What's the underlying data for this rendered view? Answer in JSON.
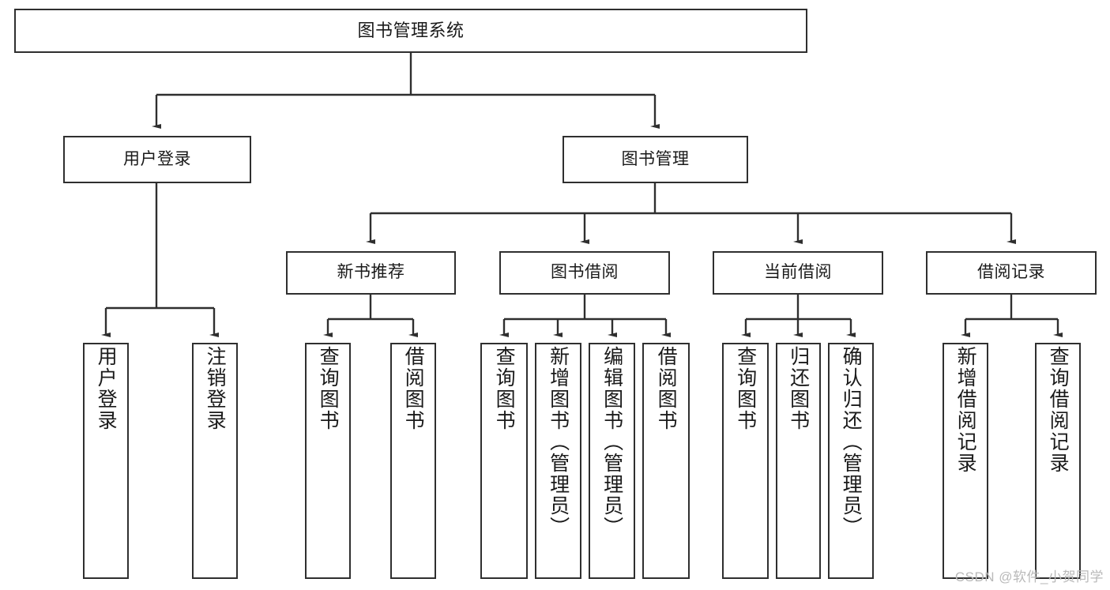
{
  "diagram": {
    "title": "图书管理系统",
    "type": "hierarchy-tree",
    "watermark": "CSDN @软件_小贺同学",
    "colors": {
      "stroke": "#2f2f2f",
      "fill": "#ffffff",
      "text": "#1a1a1a",
      "watermark": "#b9b9b9"
    },
    "nodes": {
      "root": {
        "label": "图书管理系统"
      },
      "level2": [
        {
          "label": "用户登录"
        },
        {
          "label": "图书管理"
        }
      ],
      "level3": [
        {
          "label": "新书推荐"
        },
        {
          "label": "图书借阅"
        },
        {
          "label": "当前借阅"
        },
        {
          "label": "借阅记录"
        }
      ],
      "leaves": {
        "user_login": [
          {
            "label": "用户登录"
          },
          {
            "label": "注销登录"
          }
        ],
        "new_book_recommend": [
          {
            "label": "查询图书"
          },
          {
            "label": "借阅图书"
          }
        ],
        "book_borrow": [
          {
            "label": "查询图书"
          },
          {
            "label": "新增图书（管理员）"
          },
          {
            "label": "编辑图书（管理员）"
          },
          {
            "label": "借阅图书"
          }
        ],
        "current_borrow": [
          {
            "label": "查询图书"
          },
          {
            "label": "归还图书"
          },
          {
            "label": "确认归还（管理员）"
          }
        ],
        "borrow_record": [
          {
            "label": "新增借阅记录"
          },
          {
            "label": "查询借阅记录"
          }
        ]
      }
    }
  }
}
